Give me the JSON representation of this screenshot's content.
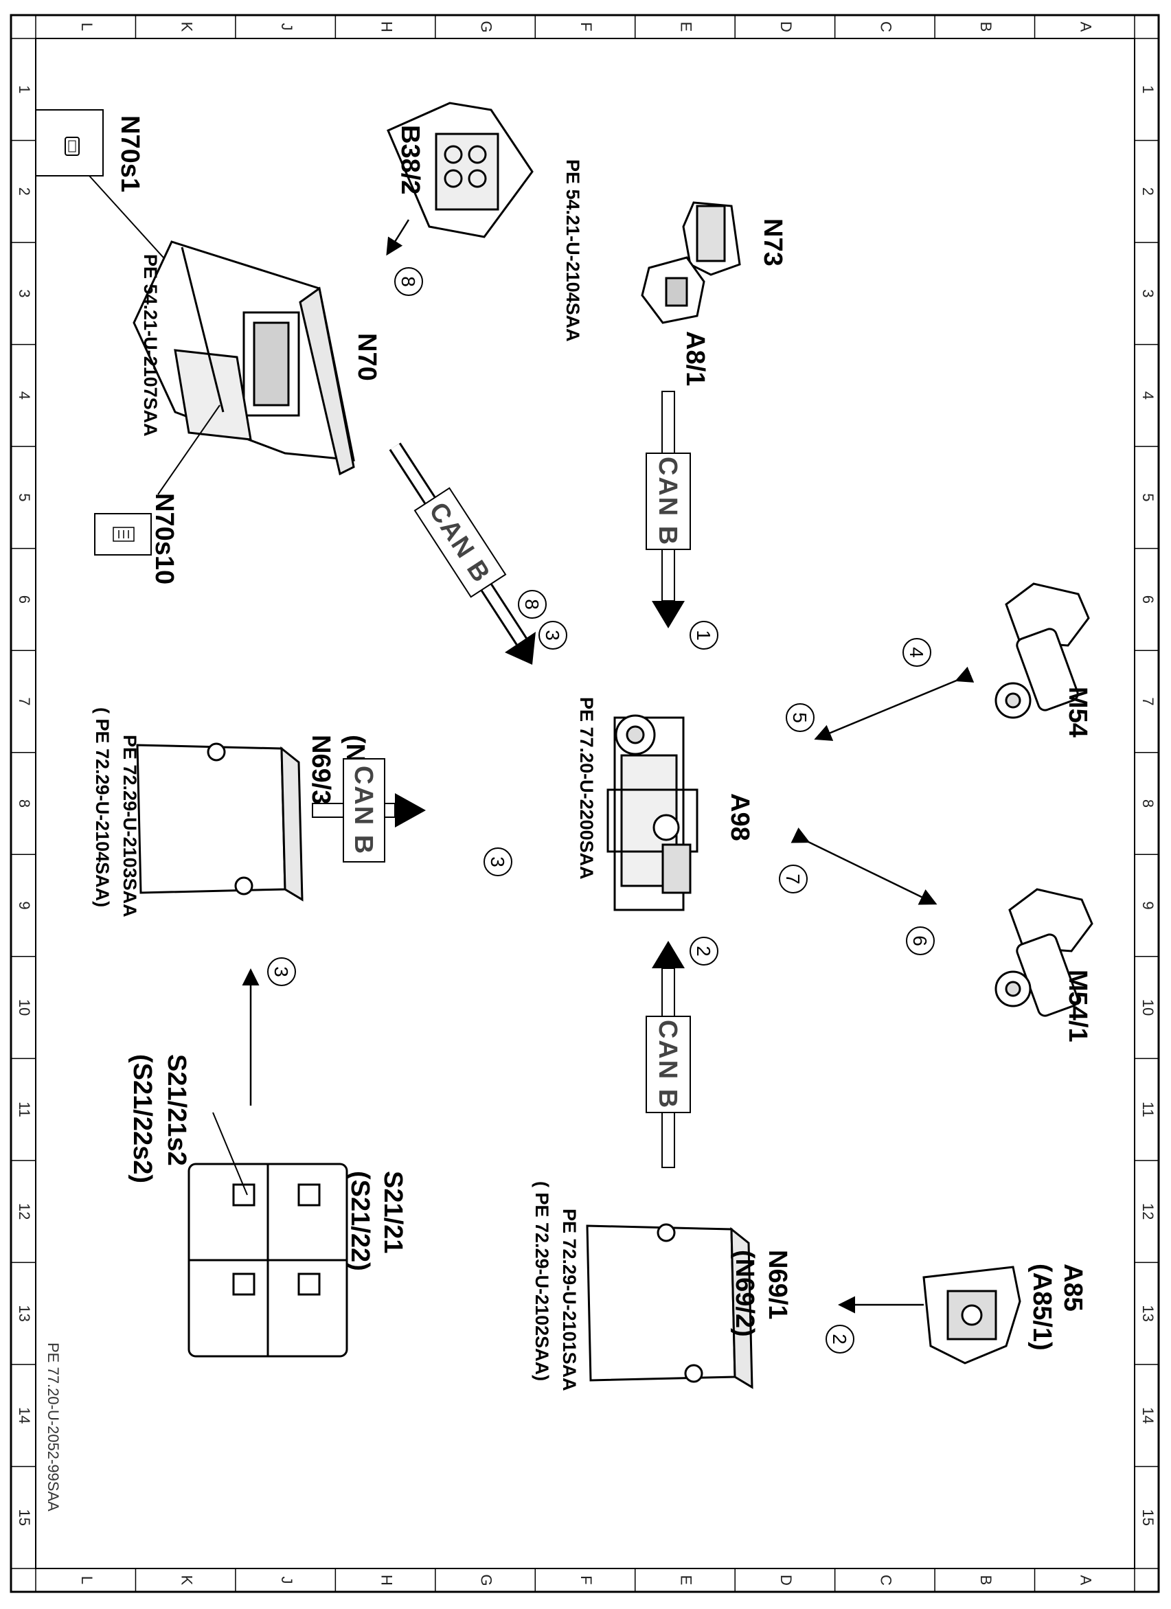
{
  "grid": {
    "letters": [
      "L",
      "K",
      "J",
      "H",
      "G",
      "F",
      "E",
      "D",
      "C",
      "B",
      "A"
    ],
    "numbers": [
      "1",
      "2",
      "3",
      "4",
      "5",
      "6",
      "7",
      "8",
      "9",
      "10",
      "11",
      "12",
      "13",
      "14",
      "15"
    ]
  },
  "components": {
    "n70s1": "N70s1",
    "b38_2": "B38/2",
    "n73": "N73",
    "a8_1": "A8/1",
    "n70": "N70",
    "n70s10": "N70s10",
    "m54": "M54",
    "a98": "A98",
    "n69_3": "N69/3",
    "n69_4": "(N69/4)",
    "m54_1": "M54/1",
    "s21_21s2": "S21/21s2",
    "s21_22s2": "(S21/22s2)",
    "s21_21": "S21/21",
    "s21_22": "(S21/22)",
    "n69_1": "N69/1",
    "n69_2": "(N69/2)",
    "a85": "A85",
    "a85_1": "(A85/1)"
  },
  "references": {
    "n73": "PE 54.21-U-2104SAA",
    "n70": "PE 54.21-U-2107SAA",
    "a98": "PE 77.20-U-2200SAA",
    "n69_3": "PE 72.29-U-2103SAA",
    "n69_4": "( PE 72.29-U-2104SAA)",
    "n69_1": "PE 72.29-U-2101SAA",
    "n69_2": "( PE 72.29-U-2102SAA)"
  },
  "bus_label": "CAN B",
  "steps": {
    "s1": "1",
    "s2a": "2",
    "s2b": "2",
    "s3a": "3",
    "s3b": "3",
    "s3c": "3",
    "s4": "4",
    "s5": "5",
    "s6": "6",
    "s7": "7",
    "s8a": "8",
    "s8b": "8"
  },
  "document_id": "PE 77.20-U-2052-99SAA"
}
